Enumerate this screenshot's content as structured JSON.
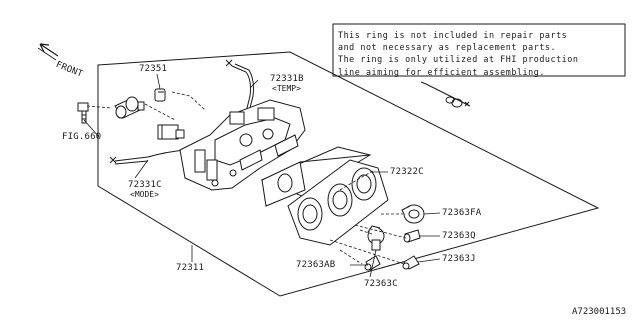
{
  "diagram": {
    "front_label": "FRONT",
    "note_lines": [
      "This ring is not included in repair parts",
      "and not necessary as replacement parts.",
      "The ring is only utilized at FHI production",
      "line aiming for efficient assembling."
    ],
    "labels": {
      "p72351": "72351",
      "p72331b": "72331B",
      "p72331b_sub": "<TEMP>",
      "fig660": "FIG.660",
      "p72331c": "72331C",
      "p72331c_sub": "<MODE>",
      "p72322c": "72322C",
      "p72363fa": "72363FA",
      "p72363q": "72363Q",
      "p72363j": "72363J",
      "p72363ab": "72363AB",
      "p72363c": "72363C",
      "p72311": "72311"
    },
    "reference": "A723001153"
  }
}
